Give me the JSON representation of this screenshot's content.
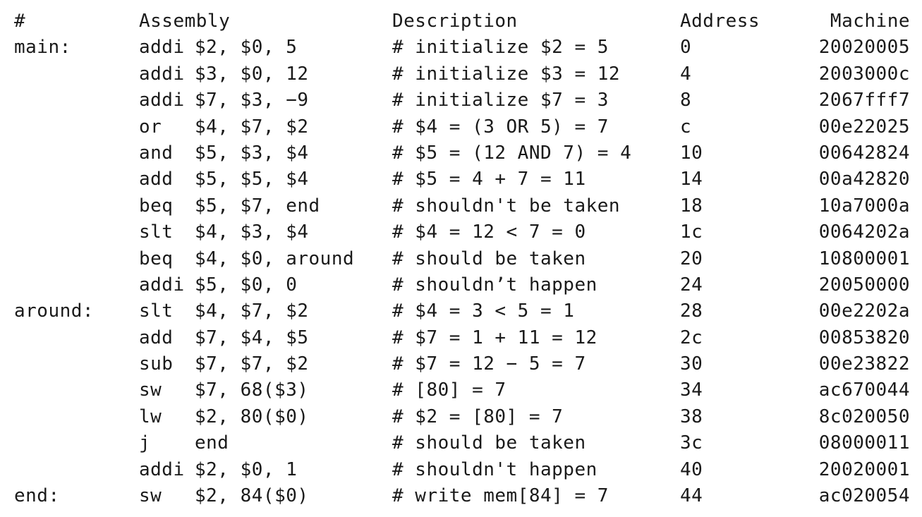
{
  "header": {
    "label": "#",
    "assembly": "Assembly",
    "description": "Description",
    "address": "Address",
    "machine": "Machine"
  },
  "rows": [
    {
      "label": "main:",
      "op": "addi",
      "args": "$2, $0, 5",
      "desc": "# initialize $2 = 5",
      "addr": "0",
      "machine": "20020005"
    },
    {
      "label": "",
      "op": "addi",
      "args": "$3, $0, 12",
      "desc": "# initialize $3 = 12",
      "addr": "4",
      "machine": "2003000c"
    },
    {
      "label": "",
      "op": "addi",
      "args": "$7, $3, −9",
      "desc": "# initialize $7 = 3",
      "addr": "8",
      "machine": "2067fff7"
    },
    {
      "label": "",
      "op": "or",
      "args": "$4, $7, $2",
      "desc": "# $4 = (3 OR 5) = 7",
      "addr": "c",
      "machine": "00e22025"
    },
    {
      "label": "",
      "op": "and",
      "args": "$5, $3, $4",
      "desc": "# $5 = (12 AND 7) = 4",
      "addr": "10",
      "machine": "00642824"
    },
    {
      "label": "",
      "op": "add",
      "args": "$5, $5, $4",
      "desc": "# $5 = 4 + 7 = 11",
      "addr": "14",
      "machine": "00a42820"
    },
    {
      "label": "",
      "op": "beq",
      "args": "$5, $7, end",
      "desc": "# shouldn't be taken",
      "addr": "18",
      "machine": "10a7000a"
    },
    {
      "label": "",
      "op": "slt",
      "args": "$4, $3, $4",
      "desc": "# $4 = 12 < 7 = 0",
      "addr": "1c",
      "machine": "0064202a"
    },
    {
      "label": "",
      "op": "beq",
      "args": "$4, $0, around",
      "desc": "# should be taken",
      "addr": "20",
      "machine": "10800001"
    },
    {
      "label": "",
      "op": "addi",
      "args": "$5, $0, 0",
      "desc": "# shouldn’t happen",
      "addr": "24",
      "machine": "20050000"
    },
    {
      "label": "around:",
      "op": "slt",
      "args": "$4, $7, $2",
      "desc": "# $4 = 3 < 5 = 1",
      "addr": "28",
      "machine": "00e2202a"
    },
    {
      "label": "",
      "op": "add",
      "args": "$7, $4, $5",
      "desc": "# $7 = 1 + 11 = 12",
      "addr": "2c",
      "machine": "00853820"
    },
    {
      "label": "",
      "op": "sub",
      "args": "$7, $7, $2",
      "desc": "# $7 = 12 − 5 = 7",
      "addr": "30",
      "machine": "00e23822"
    },
    {
      "label": "",
      "op": "sw",
      "args": "$7, 68($3)",
      "desc": "# [80] = 7",
      "addr": "34",
      "machine": "ac670044"
    },
    {
      "label": "",
      "op": "lw",
      "args": "$2, 80($0)",
      "desc": "# $2 = [80] = 7",
      "addr": "38",
      "machine": "8c020050"
    },
    {
      "label": "",
      "op": "j",
      "args": "end",
      "desc": "# should be taken",
      "addr": "3c",
      "machine": "08000011"
    },
    {
      "label": "",
      "op": "addi",
      "args": "$2, $0, 1",
      "desc": "# shouldn't happen",
      "addr": "40",
      "machine": "20020001"
    },
    {
      "label": "end:",
      "op": "sw",
      "args": "$2, 84($0)",
      "desc": "# write mem[84] = 7",
      "addr": "44",
      "machine": "ac020054"
    }
  ]
}
